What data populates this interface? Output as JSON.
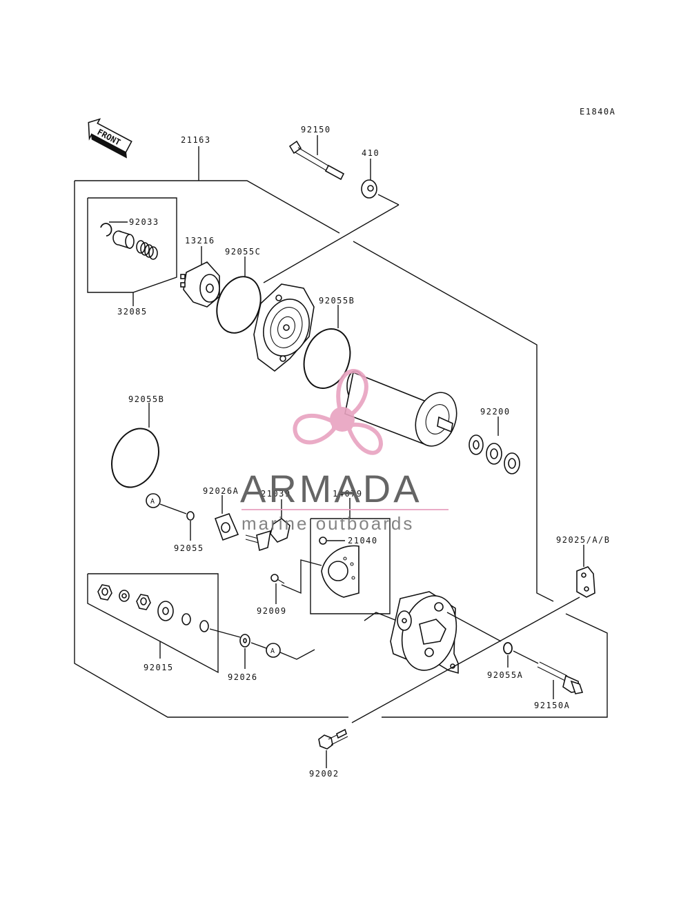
{
  "diagram_code": "E1840A",
  "front_label": "FRONT",
  "callout_a": "A",
  "parts": {
    "p21163": "21163",
    "p92150": "92150",
    "p410": "410",
    "p92033": "92033",
    "p32085": "32085",
    "p13216": "13216",
    "p92055C": "92055C",
    "p92055B_top": "92055B",
    "p92055B_left": "92055B",
    "p92200": "92200",
    "p92026A": "92026A",
    "p21039": "21039",
    "p14079": "14079",
    "p21040": "21040",
    "p92055": "92055",
    "p92009": "92009",
    "p92025": "92025/A/B",
    "p92015": "92015",
    "p92026": "92026",
    "p92055A": "92055A",
    "p92150A": "92150A",
    "p92002": "92002"
  },
  "watermark": {
    "brand": "ARMADA",
    "tagline": "marine outboards",
    "accent_color": "#e8a3c0",
    "text_color": "#555555"
  }
}
